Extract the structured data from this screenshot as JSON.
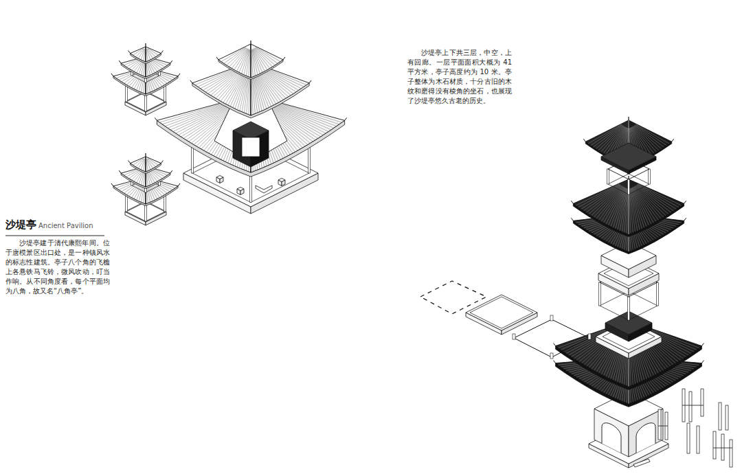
{
  "diagram": {
    "title": "沙堤亭",
    "labels": [
      "Ancient Pavilion",
      "沙堤亭建于清代康熙年间。位于唐模景区出口处，是一种镇风水的标志性建筑。亭子八个角的飞檐上各悬铁马飞铃，微风吹动，叮当作响。从不同角度看，每个平面均为八角，故又名“八角亭”。",
      "沙堤亭上下共三层，中空，上有回廊。一层平面面积大概为 41 平方米，亭子高度约为 10 米。亭子整体为木石材质，十分古旧的木纹和磨得没有棱角的坐石，也展现了沙堤亭悠久古老的历史。"
    ]
  }
}
